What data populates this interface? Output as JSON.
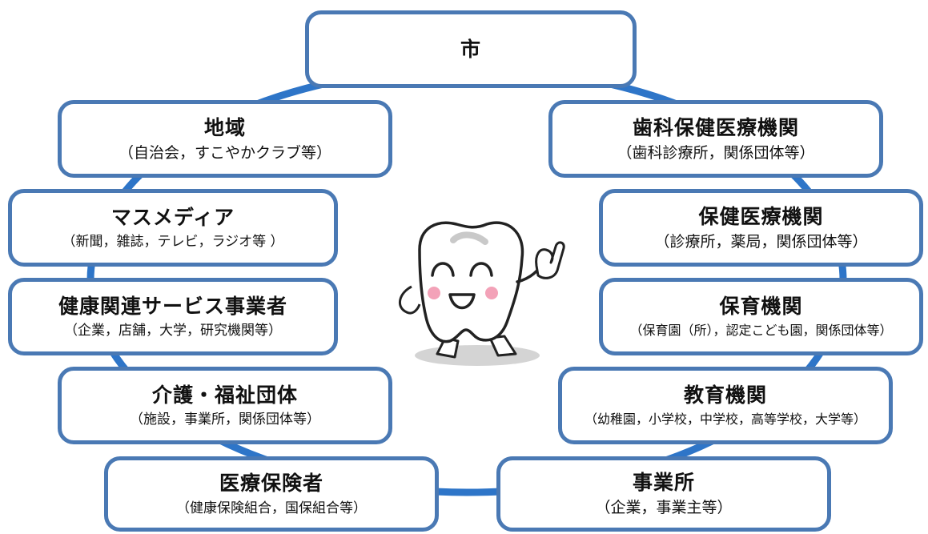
{
  "diagram": {
    "center": {
      "title": "市"
    },
    "left": [
      {
        "title": "地域",
        "subtitle": "（自治会，すこやかクラブ等）"
      },
      {
        "title": "マスメディア",
        "subtitle": "（新聞，雑誌，テレビ，ラジオ等 ）"
      },
      {
        "title": "健康関連サービス事業者",
        "subtitle": "（企業，店舗，大学，研究機関等）"
      },
      {
        "title": "介護・福祉団体",
        "subtitle": "（施設，事業所，関係団体等）"
      },
      {
        "title": "医療保険者",
        "subtitle": "（健康保険組合，国保組合等）"
      }
    ],
    "right": [
      {
        "title": "歯科保健医療機関",
        "subtitle": "（歯科診療所，関係団体等）"
      },
      {
        "title": "保健医療機関",
        "subtitle": "（診療所，薬局，関係団体等）"
      },
      {
        "title": "保育機関",
        "subtitle": "（保育園（所），認定こども園，関係団体等）"
      },
      {
        "title": "教育機関",
        "subtitle": "（幼稚園，小学校，中学校，高等学校，大学等）"
      },
      {
        "title": "事業所",
        "subtitle": "（企業，事業主等）"
      }
    ],
    "colors": {
      "border": "#4a79b4",
      "ring": "#2e75c8",
      "mascot_cheek": "#f3a2b8"
    },
    "mascot": "tooth-mascot-pointing"
  }
}
